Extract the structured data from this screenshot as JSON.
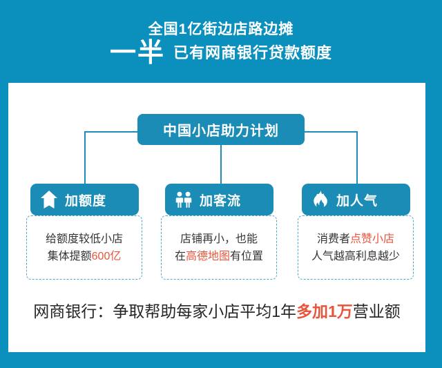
{
  "header": {
    "line1": "全国1亿街边店路边摊",
    "big": "一半",
    "line2_rest": "已有网商银行贷款额度"
  },
  "diagram": {
    "root": {
      "label": "中国小店助力计划"
    },
    "branches": [
      {
        "icon": "up-arrow-icon",
        "title": "加额度",
        "desc_line1_plain": "给额度较低小店",
        "desc_line2_plain": "集体提额",
        "desc_line2_hot": "600亿",
        "desc_line2_tail": ""
      },
      {
        "icon": "two-people-icon",
        "title": "加客流",
        "desc_line1_plain": "店铺再小，也能",
        "desc_line2_plain": "在",
        "desc_line2_hot": "高德地图",
        "desc_line2_tail": "有位置"
      },
      {
        "icon": "flame-icon",
        "title": "加人气",
        "desc_line1_plain": "消费者",
        "desc_line1_hot": "点赞小店",
        "desc_line2_plain": "人气越高利息越少",
        "desc_line2_hot": "",
        "desc_line2_tail": ""
      }
    ]
  },
  "footer": {
    "prefix": "网商银行：争取帮助每家小店平均1年",
    "highlight": "多加1万",
    "suffix": "营业额"
  },
  "colors": {
    "background": "#0b90bd",
    "panel": "#ffffff",
    "node": "#1a8cb5",
    "connector": "#1f8cb8",
    "dashed_border": "#4aa8cf",
    "accent_red": "#e8553c",
    "body_text": "#343434"
  }
}
